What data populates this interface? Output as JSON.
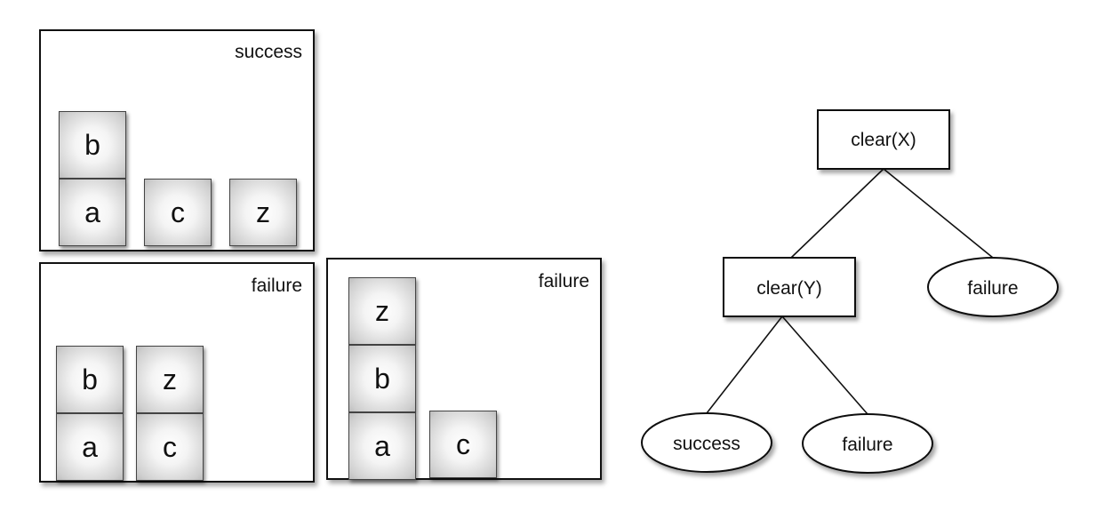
{
  "panels": {
    "top_left": {
      "label": "success",
      "blocks": [
        "b",
        "a",
        "c",
        "z"
      ]
    },
    "bottom_left": {
      "label": "failure",
      "blocks": [
        "b",
        "a",
        "z",
        "c"
      ]
    },
    "bottom_middle": {
      "label": "failure",
      "blocks": [
        "z",
        "b",
        "a",
        "c"
      ]
    }
  },
  "tree": {
    "root": "clear(X)",
    "child": "clear(Y)",
    "root_failure": "failure",
    "leaf_success": "success",
    "leaf_failure": "failure"
  }
}
